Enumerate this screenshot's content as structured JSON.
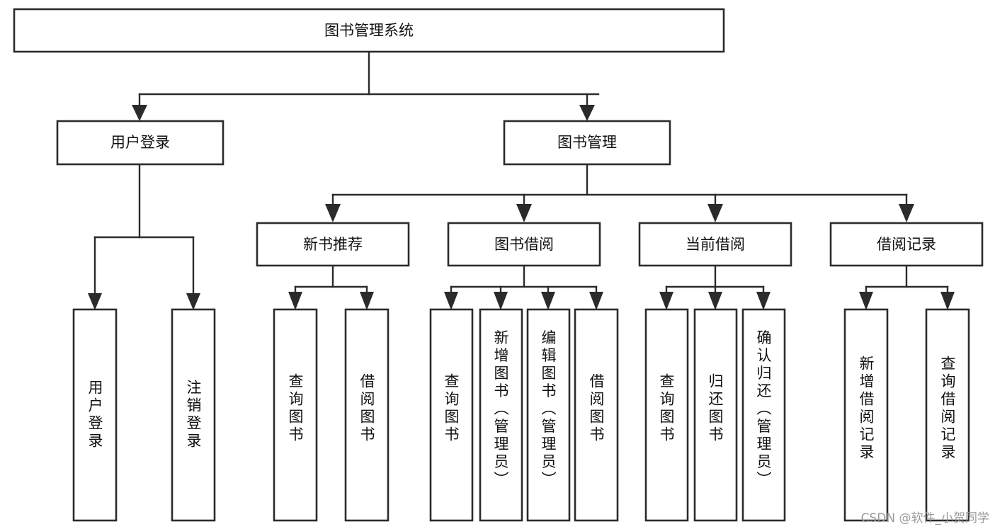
{
  "diagram": {
    "type": "tree",
    "title": "图书管理系统",
    "root": {
      "id": "root",
      "label": "图书管理系统",
      "orientation": "horizontal"
    },
    "level2": [
      {
        "id": "user-login",
        "label": "用户登录",
        "orientation": "horizontal"
      },
      {
        "id": "book-manage",
        "label": "图书管理",
        "orientation": "horizontal"
      }
    ],
    "level3": [
      {
        "id": "new-book-rec",
        "label": "新书推荐",
        "parent": "book-manage",
        "orientation": "horizontal"
      },
      {
        "id": "book-borrow",
        "label": "图书借阅",
        "parent": "book-manage",
        "orientation": "horizontal"
      },
      {
        "id": "current-borrow",
        "label": "当前借阅",
        "parent": "book-manage",
        "orientation": "horizontal"
      },
      {
        "id": "borrow-record",
        "label": "借阅记录",
        "parent": "book-manage",
        "orientation": "horizontal"
      }
    ],
    "leaves": [
      {
        "id": "leaf-user-login",
        "label": "用户登录",
        "parent": "user-login",
        "orientation": "vertical"
      },
      {
        "id": "leaf-user-logout",
        "label": "注销登录",
        "parent": "user-login",
        "orientation": "vertical"
      },
      {
        "id": "leaf-rec-query",
        "label": "查询图书",
        "parent": "new-book-rec",
        "orientation": "vertical"
      },
      {
        "id": "leaf-rec-borrow",
        "label": "借阅图书",
        "parent": "new-book-rec",
        "orientation": "vertical"
      },
      {
        "id": "leaf-borrow-query",
        "label": "查询图书",
        "parent": "book-borrow",
        "orientation": "vertical"
      },
      {
        "id": "leaf-borrow-add",
        "label": "新增图书（管理员）",
        "parent": "book-borrow",
        "orientation": "vertical"
      },
      {
        "id": "leaf-borrow-edit",
        "label": "编辑图书（管理员）",
        "parent": "book-borrow",
        "orientation": "vertical"
      },
      {
        "id": "leaf-borrow-lend",
        "label": "借阅图书",
        "parent": "book-borrow",
        "orientation": "vertical"
      },
      {
        "id": "leaf-current-query",
        "label": "查询图书",
        "parent": "current-borrow",
        "orientation": "vertical"
      },
      {
        "id": "leaf-current-return",
        "label": "归还图书",
        "parent": "current-borrow",
        "orientation": "vertical"
      },
      {
        "id": "leaf-current-confirm",
        "label": "确认归还（管理员）",
        "parent": "current-borrow",
        "orientation": "vertical"
      },
      {
        "id": "leaf-record-add",
        "label": "新增借阅记录",
        "parent": "borrow-record",
        "orientation": "vertical"
      },
      {
        "id": "leaf-record-query",
        "label": "查询借阅记录",
        "parent": "borrow-record",
        "orientation": "vertical"
      }
    ],
    "colors": {
      "box_fill": "#ffffff",
      "box_stroke": "#2b2b2b",
      "edge": "#2b2b2b",
      "text": "#111111",
      "background": "#ffffff",
      "watermark": "#9a9a9a"
    }
  },
  "watermark": {
    "text": "CSDN @软件_小贺同学"
  }
}
